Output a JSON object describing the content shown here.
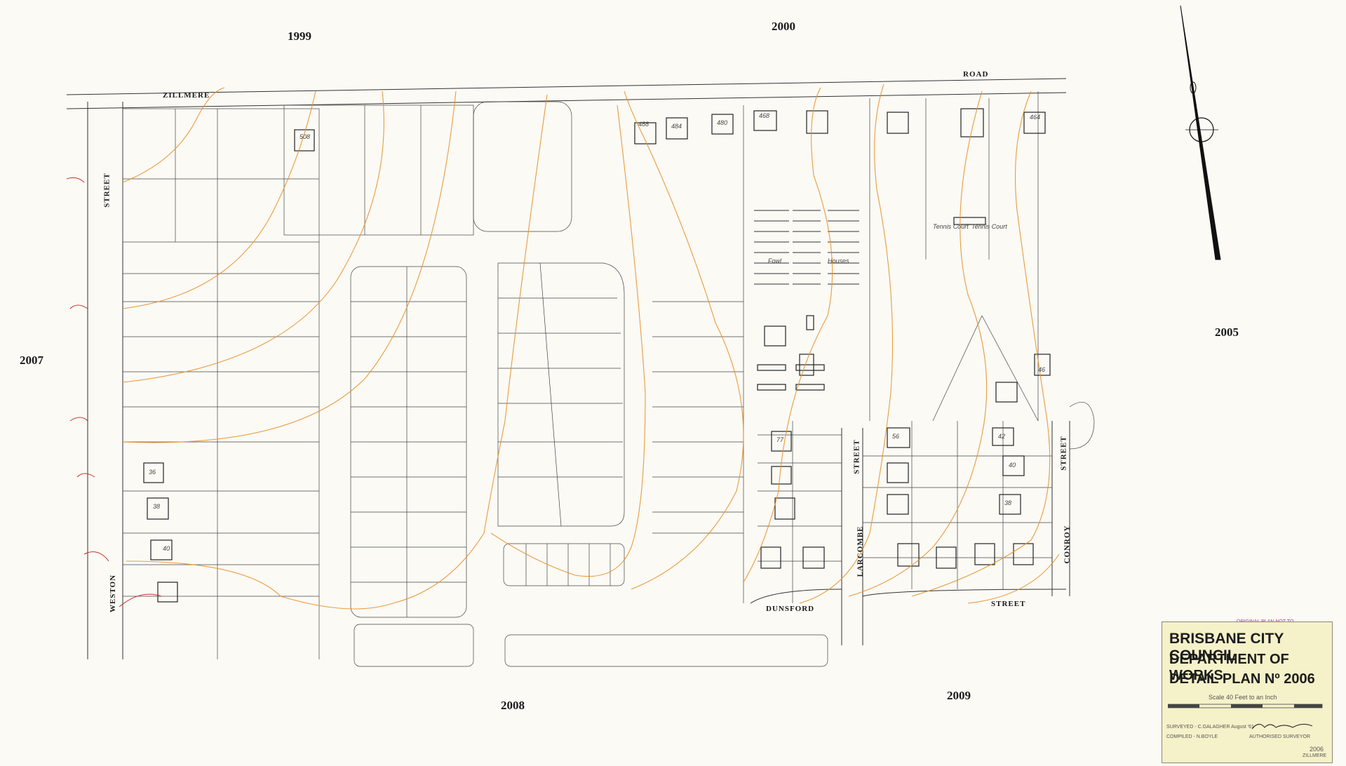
{
  "adjacent_sheets": {
    "north_west": "1999",
    "north": "2000",
    "east": "2005",
    "west": "2007",
    "south_west": "2008",
    "south_east": "2009"
  },
  "streets": {
    "zillmere": "ZILLMERE",
    "road": "ROAD",
    "weston": "WESTON",
    "street_west": "STREET",
    "street_larcombe": "STREET",
    "larcombe": "LARCOMBE",
    "dunsford": "DUNSFORD",
    "street_dunsford": "STREET",
    "conroy": "CONROY",
    "street_conroy": "STREET"
  },
  "plot_labels": {
    "tennis_1": "Tennis Court",
    "tennis_2": "Tennis Court",
    "fowl": "Fowl",
    "houses": "Houses"
  },
  "house_numbers": [
    "508",
    "488",
    "484",
    "480",
    "468",
    "464",
    "36",
    "38",
    "40",
    "77",
    "56",
    "42",
    "40",
    "38",
    "46"
  ],
  "title_block": {
    "line1": "BRISBANE CITY COUNCIL",
    "line2": "DEPARTMENT OF WORKS",
    "line3": "DETAIL PLAN Nº 2006",
    "scale": "Scale 40 Feet to an Inch",
    "surveyed": "SURVEYED - C.GALAGHER  August '61",
    "compiled": "COMPILED - N.BOYLE",
    "authorised": "AUTHORISED SURVEYOR",
    "sheet_ref": "2006",
    "sheet_ref_sub": "ZILLMERE"
  },
  "colors": {
    "contour": "#e8922a",
    "boundary": "#2a2a2a",
    "redline": "#c8342b",
    "titleblock": "#f5f1c9",
    "stamp": "#a4389a"
  }
}
